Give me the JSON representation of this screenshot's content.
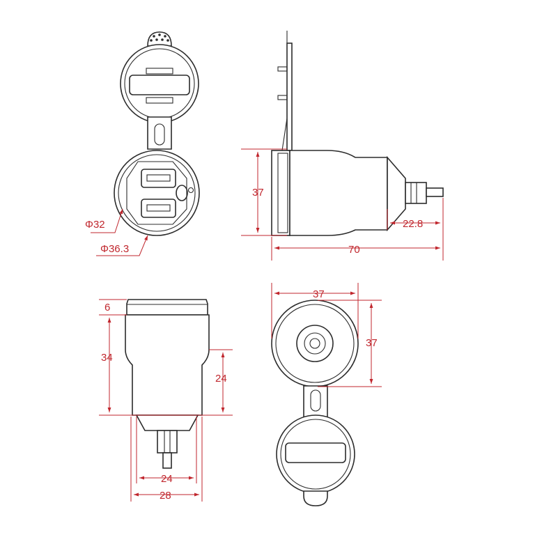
{
  "colors": {
    "outline": "#2b2b2b",
    "dimension": "#c0262d",
    "background": "#ffffff"
  },
  "views": {
    "front_top": {
      "dimensions": {
        "inner_diameter": "Φ32",
        "outer_diameter": "Φ36.3"
      }
    },
    "side": {
      "dimensions": {
        "height": "37",
        "total_length": "70",
        "rear_length": "22.8"
      }
    },
    "profile": {
      "dimensions": {
        "flange": "6",
        "body": "34",
        "lower": "24",
        "stem_width": "24",
        "base_width": "28"
      }
    },
    "rear": {
      "dimensions": {
        "width": "37",
        "height": "37"
      }
    }
  }
}
